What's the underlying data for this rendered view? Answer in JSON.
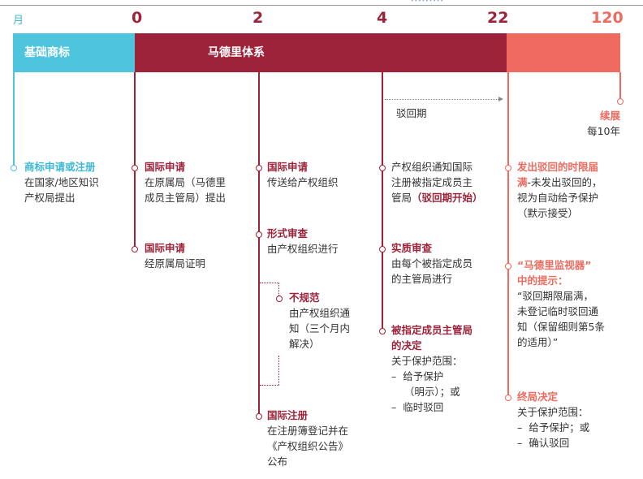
{
  "axis": {
    "month_label": "月",
    "ticks": [
      {
        "label": "0",
        "tone": "dark"
      },
      {
        "label": "2",
        "tone": "dark"
      },
      {
        "label": "4",
        "tone": "dark"
      },
      {
        "label": "22",
        "tone": "dark"
      },
      {
        "label": "120",
        "tone": "salmon"
      }
    ]
  },
  "bands": {
    "basic": "基础商标",
    "madrid": "马德里体系"
  },
  "refusal_period": "驳回期",
  "renewal": {
    "title": "续展",
    "sub": "每10年"
  },
  "items": {
    "basic_app": {
      "title": "商标申请或注册",
      "lines": [
        "在国家/地区知识",
        "产权局提出"
      ]
    },
    "intl_app_origin": {
      "title": "国际申请",
      "lines": [
        "在原属局（马德里",
        "成员主管局）提出"
      ]
    },
    "intl_app_certify": {
      "title": "国际申请",
      "lines": [
        "经原属局证明"
      ]
    },
    "intl_app_transmit": {
      "title": "国际申请",
      "lines": [
        "传送给产权组织"
      ]
    },
    "formal_exam": {
      "title": "形式审查",
      "lines": [
        "由产权组织进行"
      ]
    },
    "irregular": {
      "title": "不规范",
      "lines": [
        "由产权组织通",
        "知（三个月内",
        "解决）"
      ]
    },
    "intl_reg": {
      "title": "国际注册",
      "lines": [
        "在注册簿登记并在",
        "《产权组织公告》",
        "公布"
      ]
    },
    "notify": {
      "lines": [
        "产权组织通知国际",
        "注册被指定成员主",
        "管局"
      ],
      "emphasis": "（驳回期开始）"
    },
    "substantive": {
      "title": "实质审查",
      "lines": [
        "由每个被指定成员",
        "的主管局进行"
      ]
    },
    "decision": {
      "title": "被指定成员主管局",
      "title2": "的决定",
      "lines": [
        "关于保护范围：",
        "–  给予保护",
        "    （明示）；或",
        "–  临时驳回"
      ]
    },
    "time_limit": {
      "title": "发出驳回的时限届",
      "title2": "满",
      "title2_suffix": "-未发出驳回的，",
      "lines": [
        "视为自动给予保护",
        "（默示接受）"
      ]
    },
    "monitor": {
      "title": "“马德里监视器”",
      "title2": "中的提示：",
      "lines": [
        "“驳回期限届满，",
        "未登记临时驳回通",
        "知（保留细则第5条",
        "的适用）”"
      ]
    },
    "final": {
      "title": "终局决定",
      "lines": [
        "关于保护范围：",
        "–  给予保护；或",
        "–  确认驳回"
      ]
    }
  }
}
